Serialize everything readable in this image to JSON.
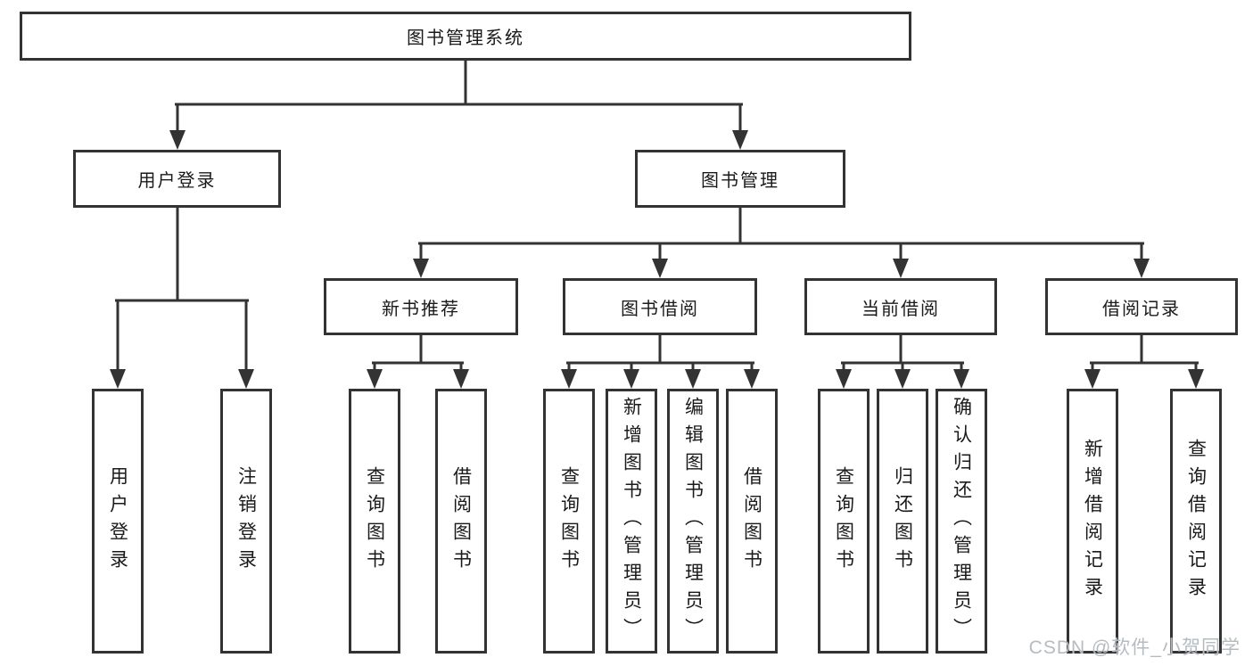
{
  "title": "图书管理系统",
  "watermark": "CSDN @软件_小贺同学",
  "colors": {
    "line": "#333333",
    "box_border": "#333333",
    "text": "#1a1a1a",
    "background": "#ffffff",
    "watermark": "#b1b8be"
  },
  "tree": {
    "label": "图书管理系统",
    "children": [
      {
        "label": "用户登录",
        "children": [
          {
            "label": "用户登录"
          },
          {
            "label": "注销登录"
          }
        ]
      },
      {
        "label": "图书管理",
        "children": [
          {
            "label": "新书推荐",
            "children": [
              {
                "label": "查询图书"
              },
              {
                "label": "借阅图书"
              }
            ]
          },
          {
            "label": "图书借阅",
            "children": [
              {
                "label": "查询图书"
              },
              {
                "label": "新增图书（管理员）"
              },
              {
                "label": "编辑图书（管理员）"
              },
              {
                "label": "借阅图书"
              }
            ]
          },
          {
            "label": "当前借阅",
            "children": [
              {
                "label": "查询图书"
              },
              {
                "label": "归还图书"
              },
              {
                "label": "确认归还（管理员）"
              }
            ]
          },
          {
            "label": "借阅记录",
            "children": [
              {
                "label": "新增借阅记录"
              },
              {
                "label": "查询借阅记录"
              }
            ]
          }
        ]
      }
    ]
  }
}
